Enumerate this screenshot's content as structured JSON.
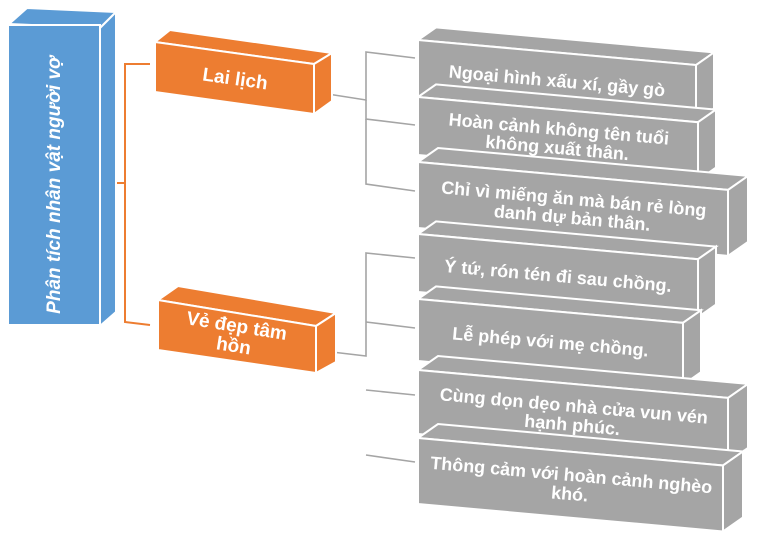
{
  "title": "Phân tích nhân vật người vợ",
  "colors": {
    "root": "#5b9bd5",
    "branch": "#ed7d31",
    "leaf": "#a5a5a5",
    "branch_line": "#ed7d31",
    "leaf_line": "#a5a5a5"
  },
  "branches": [
    {
      "label": "Lai lịch",
      "items": [
        "Ngoại hình xấu xí, gầy gò",
        "Hoàn cảnh không tên tuổi không xuất thân.",
        "Chỉ vì miếng ăn mà bán rẻ lòng danh dự bản thân."
      ]
    },
    {
      "label": "Vẻ đẹp tâm hồn",
      "items": [
        "Ý tứ, rón tén đi sau chồng.",
        "Lễ phép với mẹ chồng.",
        "Cùng dọn dẹo nhà cửa vun vén hạnh phúc.",
        "Thông cảm với hoàn cảnh nghèo khó."
      ]
    }
  ]
}
